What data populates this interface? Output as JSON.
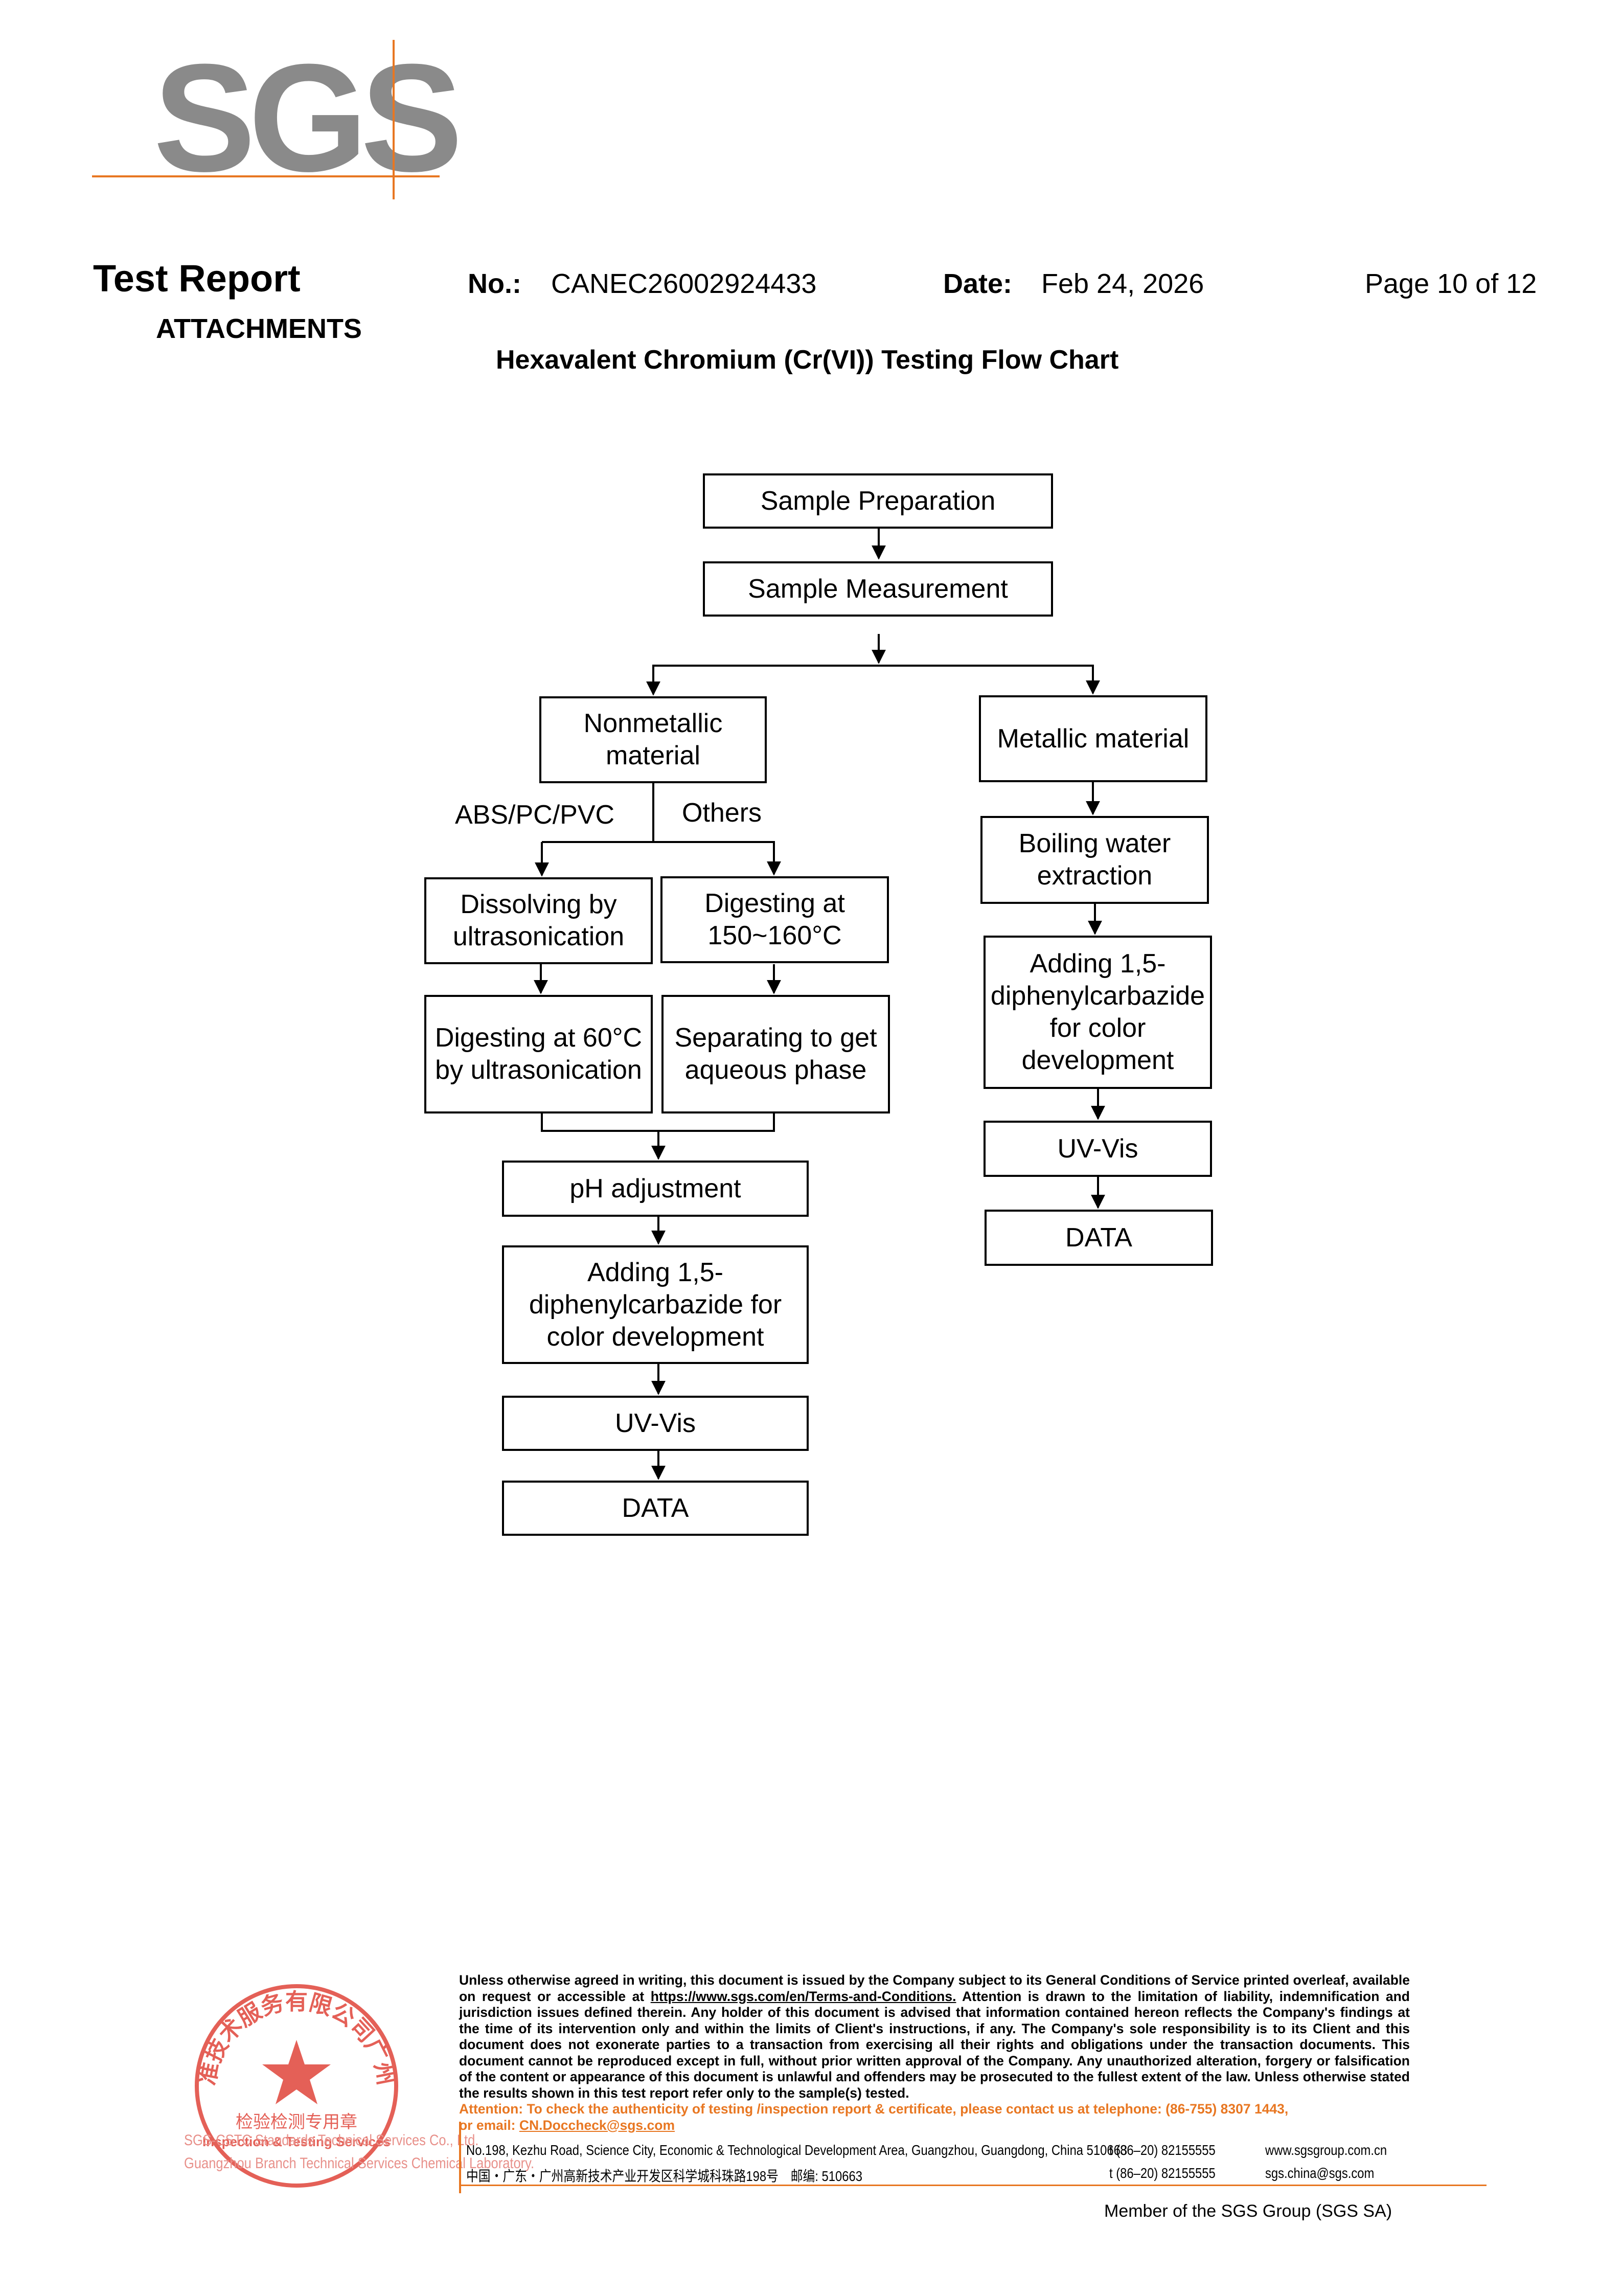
{
  "logo": {
    "text": "SGS",
    "color": "#8a8a8a",
    "accent": "#e87722"
  },
  "header": {
    "title": "Test Report",
    "subtitle": "ATTACHMENTS",
    "no_label": "No.:",
    "no_value": "CANEC26002924433",
    "date_label": "Date:",
    "date_value": "Feb 24, 2026",
    "page": "Page 10 of 12"
  },
  "flow": {
    "title": "Hexavalent Chromium (Cr(VI)) Testing Flow Chart",
    "sample_preparation": "Sample Preparation",
    "sample_measurement": "Sample Measurement",
    "nonmetallic": "Nonmetallic material",
    "metallic": "Metallic material",
    "label_abs": "ABS/PC/PVC",
    "label_others": "Others",
    "dissolving": "Dissolving by ultrasonication",
    "digesting_150": "Digesting at 150~160°C",
    "digesting_60": "Digesting at 60°C by ultrasonication",
    "separating": "Separating to get aqueous phase",
    "ph_adjustment": "pH adjustment",
    "adding_left": "Adding 1,5-diphenylcarbazide for color development",
    "uvvis_left": "UV-Vis",
    "data_left": "DATA",
    "boiling": "Boiling water extraction",
    "adding_right": "Adding 1,5-diphenylcarbazide for color development",
    "uvvis_right": "UV-Vis",
    "data_right": "DATA"
  },
  "footer": {
    "disclaimer_1": "Unless otherwise agreed in writing, this document is issued by the Company subject to its General Conditions of Service printed overleaf, available on request or accessible at ",
    "disclaimer_link": "https://www.sgs.com/en/Terms-and-Conditions.",
    "disclaimer_2": " Attention is drawn to the limitation of liability, indemnification and jurisdiction issues defined therein. Any holder of this document is advised that information contained hereon reflects the Company's findings at the time of its intervention only and within the limits of Client's instructions, if any. The Company's sole responsibility is to its Client and this document does not exonerate parties to a transaction from exercising all their rights and obligations under the transaction documents. This document cannot be reproduced except in full, without prior written approval of the Company. Any unauthorized alteration, forgery or falsification of the content or appearance of this document is unlawful and offenders may be prosecuted to the fullest extent of the law. Unless otherwise stated the results shown in this test report refer only to the sample(s) tested.",
    "attention_1": "Attention: To check the authenticity of testing /inspection report & certificate, please contact us at telephone: (86-755) 8307 1443,",
    "attention_2": "or email: ",
    "attention_email": "CN.Doccheck@sgs.com",
    "address_en": "No.198, Kezhu Road, Science City, Economic & Technological Development Area, Guangzhou, Guangdong, China 510663",
    "address_cn": "中国・广东・广州高新技术产业开发区科学城科珠路198号　邮编: 510663",
    "tel_1": "t (86–20) 82155555",
    "tel_2": "t (86–20) 82155555",
    "web_1": "www.sgsgroup.com.cn",
    "web_2": "sgs.china@sgs.com",
    "member": "Member of the SGS Group (SGS SA)"
  },
  "seal": {
    "outer_text": "通标标准技术服务有限公司广州分公司",
    "inner_text": "检验检测专用章",
    "inner_en": "Inspection & Testing Services",
    "en_line_1": "SGS-CSTC Standards Technical Services Co., Ltd.",
    "en_line_2": "Guangzhou Branch Technical Services Chemical Laboratory.",
    "color": "#e0453a"
  }
}
